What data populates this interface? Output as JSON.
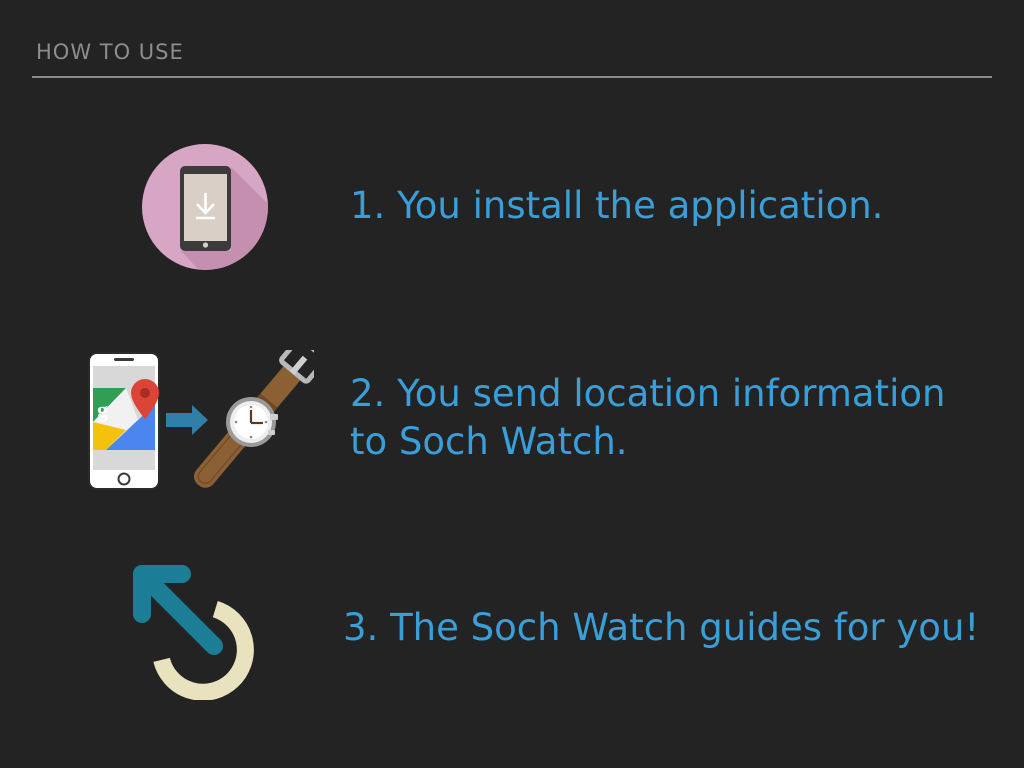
{
  "header": {
    "title": "HOW TO USE"
  },
  "steps": [
    {
      "text": "1. You install the application.",
      "icon": "phone-download-icon"
    },
    {
      "text_line1": "2. You send location information",
      "text_line2": "to Soch Watch.",
      "icon": "phone-map-to-watch-icon"
    },
    {
      "text": "3. The Soch Watch guides for you!",
      "icon": "arrow-circle-icon"
    }
  ],
  "colors": {
    "background": "#232323",
    "accent_blue": "#3a9fd8",
    "heading_gray": "#8d8d8d",
    "icon_pink": "#d7a6c4",
    "icon_teal": "#1b7d96",
    "icon_cream": "#e9e2bf"
  }
}
